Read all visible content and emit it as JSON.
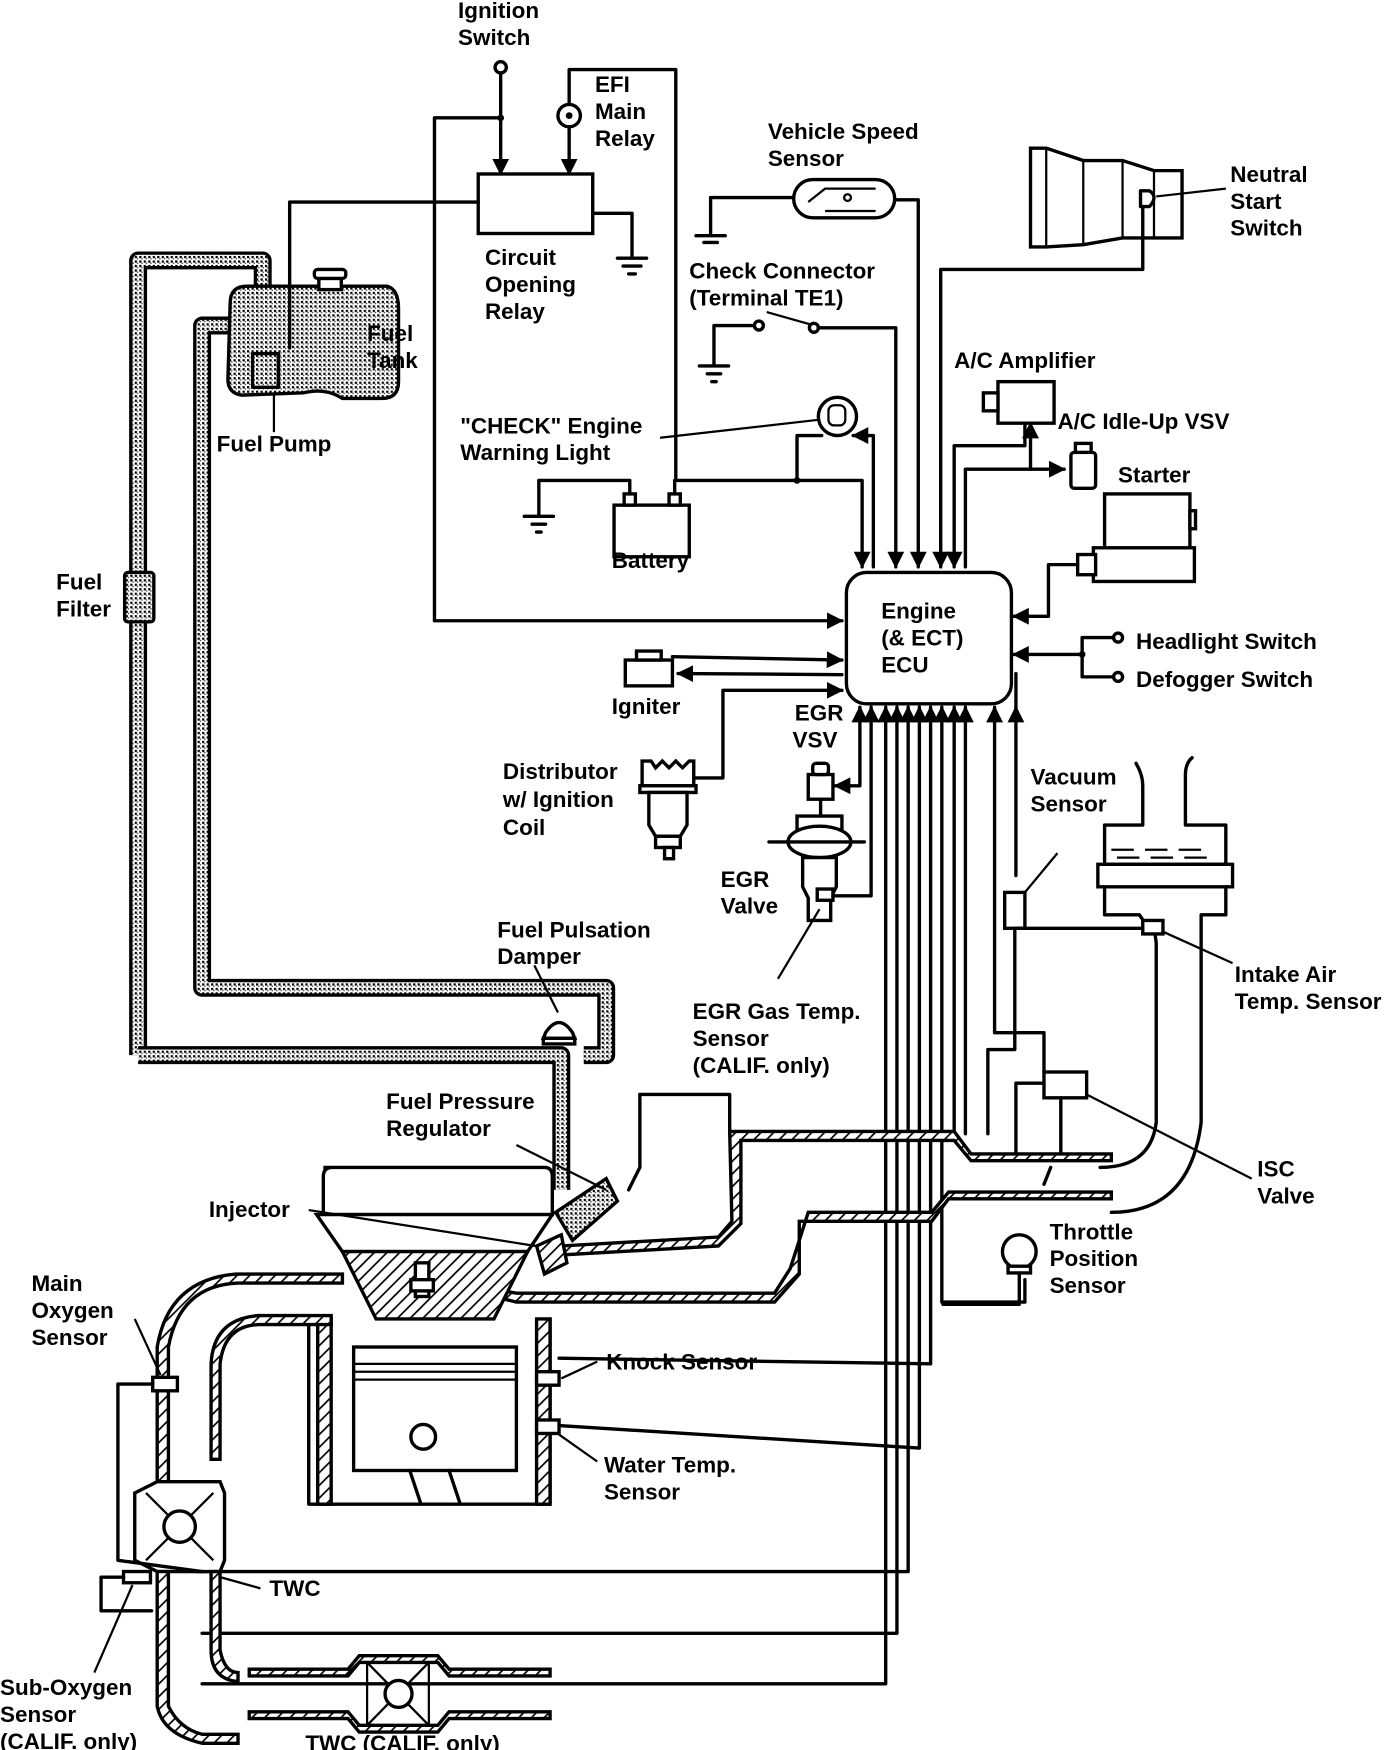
{
  "diagram": {
    "title_hidden": "",
    "labels": {
      "ignition_switch": [
        "Ignition",
        "Switch"
      ],
      "efi_main_relay": [
        "EFI",
        "Main",
        "Relay"
      ],
      "circuit_opening_relay": [
        "Circuit",
        "Opening",
        "Relay"
      ],
      "vehicle_speed_sensor": [
        "Vehicle Speed",
        "Sensor"
      ],
      "neutral_start_switch": [
        "Neutral",
        "Start",
        "Switch"
      ],
      "fuel_tank": [
        "Fuel",
        "Tank"
      ],
      "fuel_pump": "Fuel Pump",
      "check_connector": [
        "Check Connector",
        "(Terminal TE1)"
      ],
      "ac_amplifier": "A/C Amplifier",
      "ac_idle_up_vsv": "A/C Idle-Up VSV",
      "check_engine_light": [
        "\"CHECK\" Engine",
        "Warning Light"
      ],
      "starter": "Starter",
      "battery": "Battery",
      "fuel_filter": [
        "Fuel",
        "Filter"
      ],
      "ecu": [
        "Engine",
        "(& ECT)",
        "ECU"
      ],
      "headlight_switch": "Headlight Switch",
      "defogger_switch": "Defogger Switch",
      "igniter": "Igniter",
      "egr_vsv": [
        "EGR",
        "VSV"
      ],
      "distributor": [
        "Distributor",
        "w/ Ignition",
        "Coil"
      ],
      "vacuum_sensor": [
        "Vacuum",
        "Sensor"
      ],
      "egr_valve": [
        "EGR",
        "Valve"
      ],
      "fuel_pulsation_damper": [
        "Fuel Pulsation",
        "Damper"
      ],
      "intake_air_temp_sensor": [
        "Intake Air",
        "Temp. Sensor"
      ],
      "egr_gas_temp_sensor": [
        "EGR Gas Temp.",
        "Sensor",
        "(CALIF. only)"
      ],
      "fuel_pressure_regulator": [
        "Fuel Pressure",
        "Regulator"
      ],
      "isc_valve": [
        "ISC",
        "Valve"
      ],
      "injector": "Injector",
      "throttle_position_sensor": [
        "Throttle",
        "Position",
        "Sensor"
      ],
      "main_oxygen_sensor": [
        "Main",
        "Oxygen",
        "Sensor"
      ],
      "knock_sensor": "Knock Sensor",
      "water_temp_sensor": [
        "Water Temp.",
        "Sensor"
      ],
      "twc": "TWC",
      "sub_oxygen_sensor": [
        "Sub-Oxygen",
        "Sensor",
        "(CALIF. only)"
      ],
      "twc_calif": "TWC (CALIF. only)"
    }
  }
}
